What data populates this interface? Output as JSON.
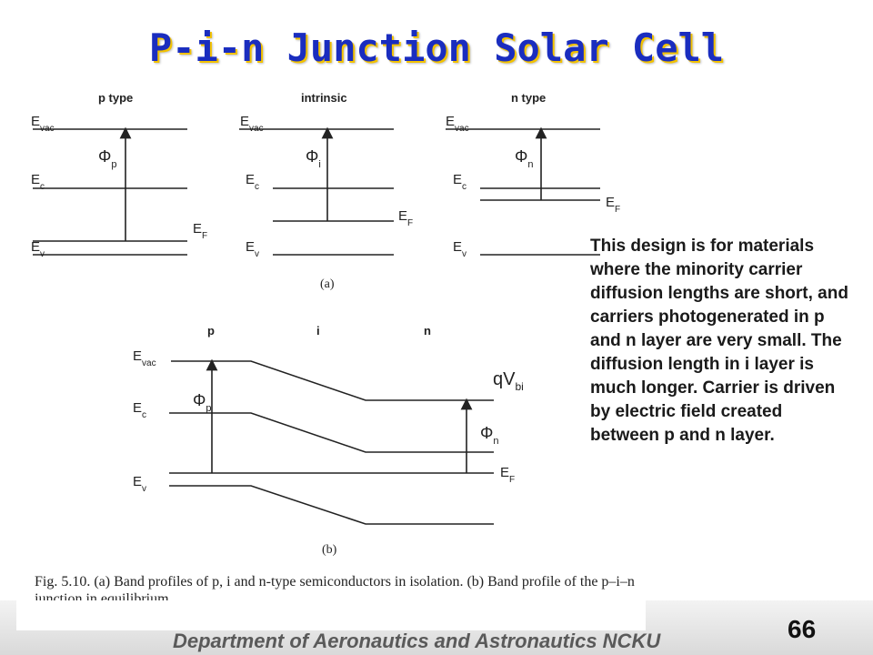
{
  "slide": {
    "title": "P-i-n Junction Solar Cell",
    "description": "This design is for materials where the minority carrier diffusion lengths are short, and carriers photogenerated in p and n layer are very small. The diffusion length in i layer is much longer. Carrier is driven by electric field created between p and n layer.",
    "footer": "Department of Aeronautics and Astronautics NCKU",
    "page_number": "66"
  },
  "figure": {
    "panel_a": {
      "label": "(a)",
      "headers": {
        "p": "p type",
        "i": "intrinsic",
        "n": "n type"
      },
      "levels": {
        "evac": "E",
        "evac_sub": "vac",
        "ec": "E",
        "ec_sub": "c",
        "ev": "E",
        "ev_sub": "v",
        "ef": "E",
        "ef_sub": "F"
      },
      "phi": {
        "symbol": "Φ",
        "p_sub": "p",
        "i_sub": "i",
        "n_sub": "n"
      }
    },
    "panel_b": {
      "label": "(b)",
      "headers": {
        "p": "p",
        "i": "i",
        "n": "n"
      },
      "qvbi": "qV",
      "qvbi_sub": "bi"
    },
    "caption": "Fig. 5.10.   (a) Band profiles of p, i and n-type semiconductors in isolation. (b) Band profile of the p–i–n junction in equilibrium."
  }
}
